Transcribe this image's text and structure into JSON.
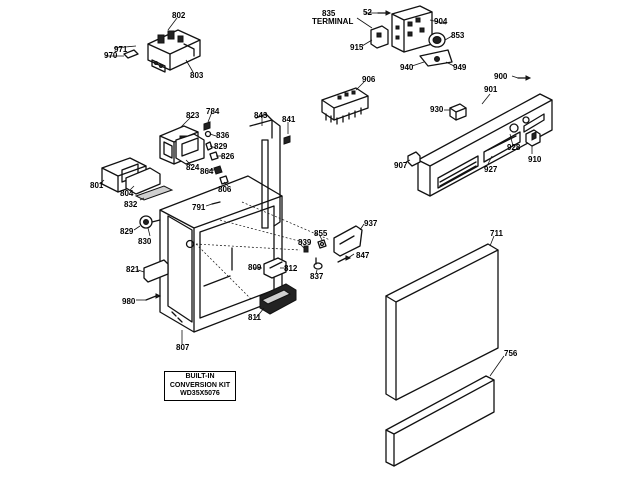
{
  "callouts": {
    "c802": "802",
    "c971": "971",
    "c970": "970",
    "c803": "803",
    "c835": "835",
    "terminal": "TERMINAL",
    "c52": "52",
    "c904": "904",
    "c915": "915",
    "c853": "853",
    "c940": "940",
    "c949": "949",
    "c900": "900",
    "c906": "906",
    "c901": "901",
    "c930": "930",
    "c928": "928",
    "c910": "910",
    "c907": "907",
    "c927": "927",
    "c823": "823",
    "c784": "784",
    "c843": "843",
    "c841": "841",
    "c836": "836",
    "c829a": "829",
    "c826": "826",
    "c824": "824",
    "c864": "864",
    "c806": "806",
    "c801": "801",
    "c804": "804",
    "c832": "832",
    "c791": "791",
    "c937": "937",
    "c829b": "829",
    "c830": "830",
    "c855": "855",
    "c839": "839",
    "c847": "847",
    "c837": "837",
    "c711": "711",
    "c821": "821",
    "c809": "809",
    "c812": "812",
    "c980": "980",
    "c811": "811",
    "c807": "807",
    "c756": "756"
  },
  "kit_box": {
    "line1": "BUILT-IN",
    "line2": "CONVERSION KIT",
    "line3": "WD35X5076"
  }
}
